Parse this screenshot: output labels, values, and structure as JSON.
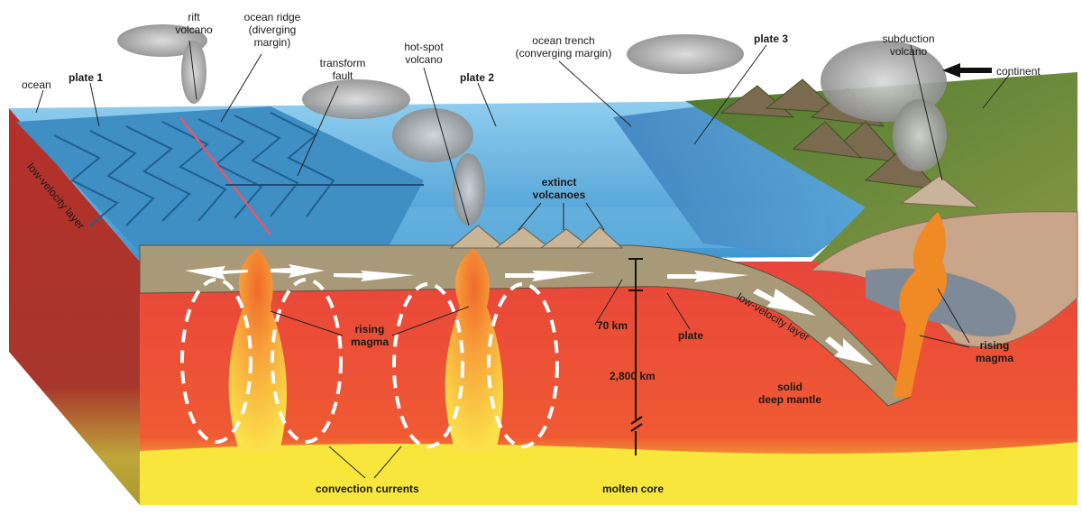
{
  "labels": {
    "ocean": "ocean",
    "plate1": "plate 1",
    "rift_volcano": "rift\nvolcano",
    "ocean_ridge": "ocean ridge\n(diverging\nmargin)",
    "transform_fault": "transform\nfault",
    "hot_spot_volcano": "hot-spot\nvolcano",
    "plate2": "plate 2",
    "ocean_trench": "ocean trench\n(converging margin)",
    "plate3": "plate 3",
    "subduction_volcano": "subduction\nvolcano",
    "continent": "continent",
    "extinct_volcanoes": "extinct\nvolcanoes",
    "low_velocity_layer_left": "low-velocity layer",
    "low_velocity_layer_right": "low-velocity layer",
    "rising_magma_left": "rising\nmagma",
    "rising_magma_right": "rising\nmagma",
    "depth_70": "70 km",
    "depth_2800": "2,800 km",
    "plate": "plate",
    "solid_deep_mantle": "solid\ndeep mantle",
    "convection_currents": "convection currents",
    "molten_core": "molten core"
  },
  "colors": {
    "mantle": "#e8453a",
    "core": "#f7e13a",
    "plate_crust": "#a89a78",
    "ocean": "#4aa3d8",
    "ocean_light": "#9fd3ef",
    "land": "#6d8f3a",
    "magma": "#f08a24"
  }
}
